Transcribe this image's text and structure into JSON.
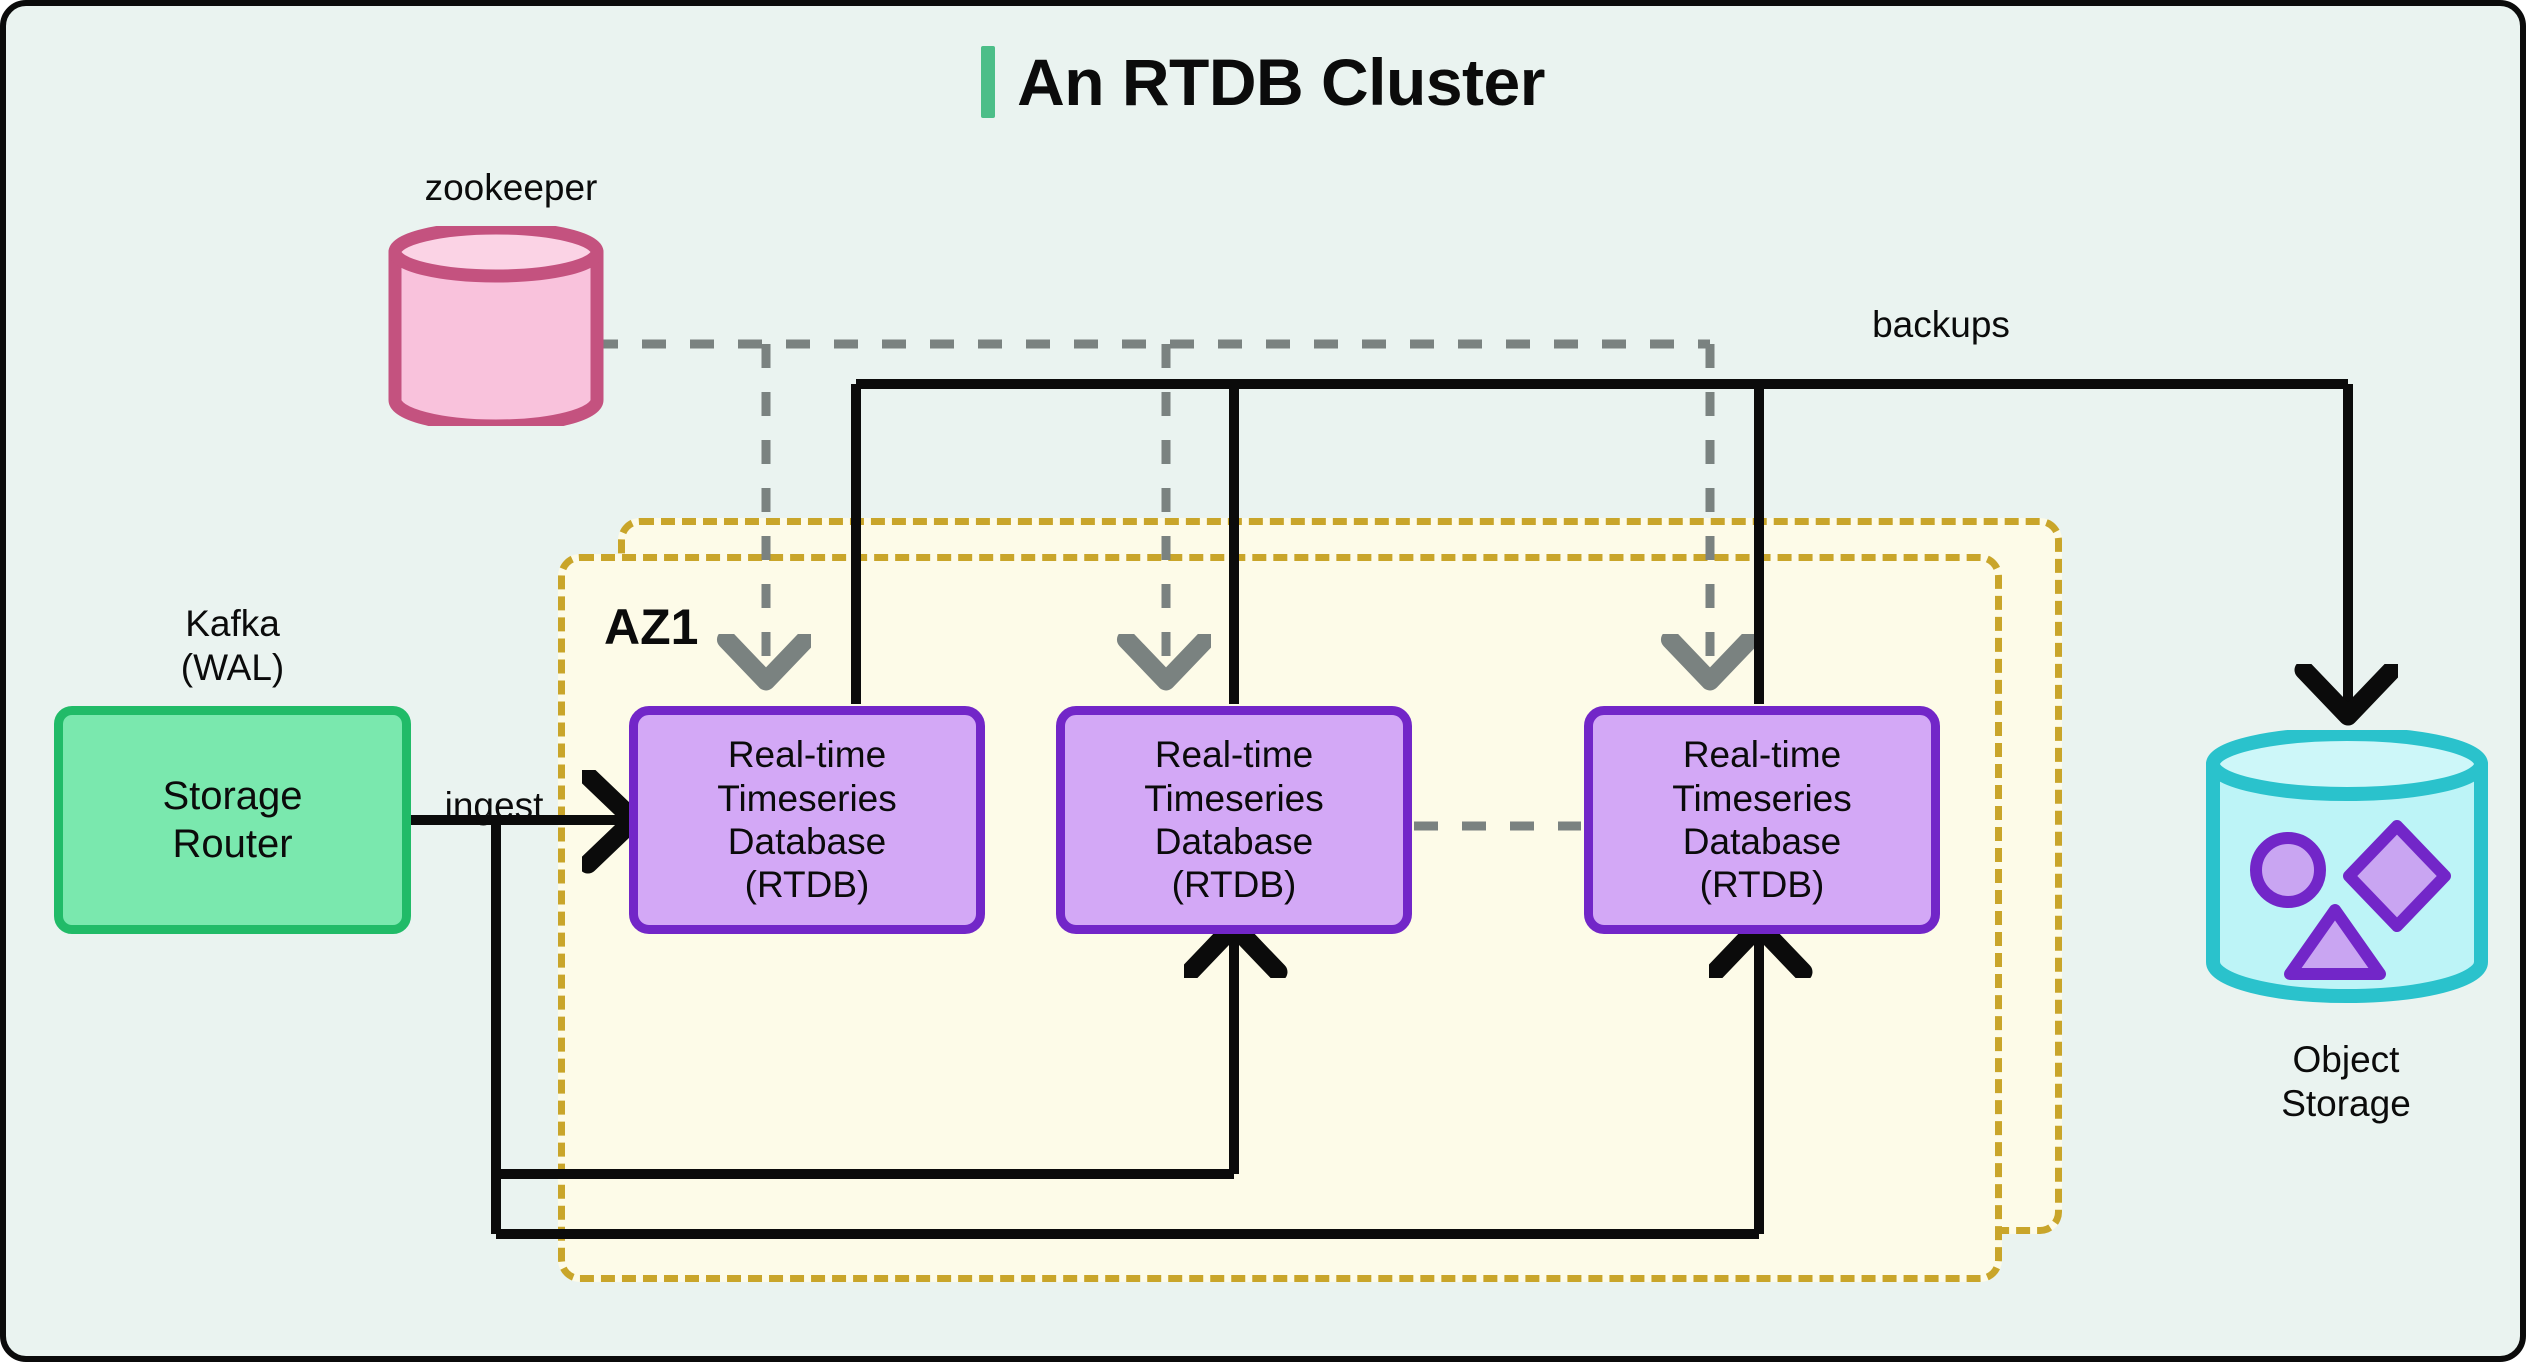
{
  "diagram": {
    "title": "An RTDB Cluster",
    "accent_color": "#4cbe88",
    "background_color": "#eaf3f0",
    "border_color": "#0b0b0b"
  },
  "zone": {
    "label": "AZ1",
    "fill_color": "#fdfbe8",
    "border_color": "#c9a52a",
    "border_style": "dashed",
    "count": 2
  },
  "nodes": {
    "zookeeper": {
      "label": "zookeeper",
      "shape": "cylinder",
      "fill_color": "#f9c2dc",
      "stroke_color": "#c4527f"
    },
    "kafka": {
      "label": "Kafka\n(WAL)"
    },
    "storage_router": {
      "label": "Storage\nRouter",
      "shape": "rounded-rect",
      "fill_color": "#7ae8ae",
      "stroke_color": "#21bb68"
    },
    "rtdb": {
      "label": "Real-time\nTimeseries\nDatabase\n(RTDB)",
      "shape": "rounded-rect",
      "fill_color": "#d3a8f6",
      "stroke_color": "#7226c8",
      "instances": 3
    },
    "object_storage": {
      "label": "Object\nStorage",
      "shape": "cylinder",
      "fill_color": "#bdf4f7",
      "stroke_color": "#2ac2cc",
      "contents": [
        "circle",
        "diamond",
        "triangle"
      ],
      "contents_fill": "#c9a5f2",
      "contents_stroke": "#7226c8"
    }
  },
  "edges": {
    "ingest": {
      "label": "ingest",
      "from": "storage_router",
      "to": "rtdb",
      "style": "solid",
      "color": "#0b0b0b"
    },
    "backups": {
      "label": "backups",
      "from": "rtdb",
      "to": "object_storage",
      "style": "solid",
      "color": "#0b0b0b"
    },
    "coordination": {
      "label": "",
      "from": "zookeeper",
      "to": "rtdb",
      "style": "dashed",
      "color": "#7a8280"
    },
    "replication": {
      "label": "",
      "from": "rtdb",
      "to": "rtdb",
      "style": "dashed",
      "color": "#7a8280"
    }
  }
}
